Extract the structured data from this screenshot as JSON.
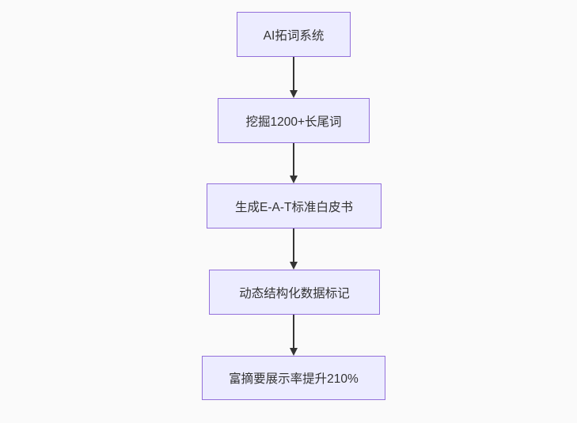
{
  "diagram": {
    "type": "flowchart",
    "direction": "top-down",
    "colors": {
      "bg": "#fafafa",
      "node_fill": "#ECECFF",
      "node_border": "#9370DB",
      "text_color": "#333333",
      "arrow_color": "#333333"
    },
    "nodes": [
      {
        "id": "n1",
        "label": "AI拓词系统"
      },
      {
        "id": "n2",
        "label": "挖掘1200+长尾词"
      },
      {
        "id": "n3",
        "label": "生成E-A-T标准白皮书"
      },
      {
        "id": "n4",
        "label": "动态结构化数据标记"
      },
      {
        "id": "n5",
        "label": "富摘要展示率提升210%"
      }
    ],
    "edges": [
      {
        "from": "n1",
        "to": "n2",
        "style": "arrow-down"
      },
      {
        "from": "n2",
        "to": "n3",
        "style": "arrow-down"
      },
      {
        "from": "n3",
        "to": "n4",
        "style": "arrow-down"
      },
      {
        "from": "n4",
        "to": "n5",
        "style": "arrow-down"
      }
    ]
  }
}
